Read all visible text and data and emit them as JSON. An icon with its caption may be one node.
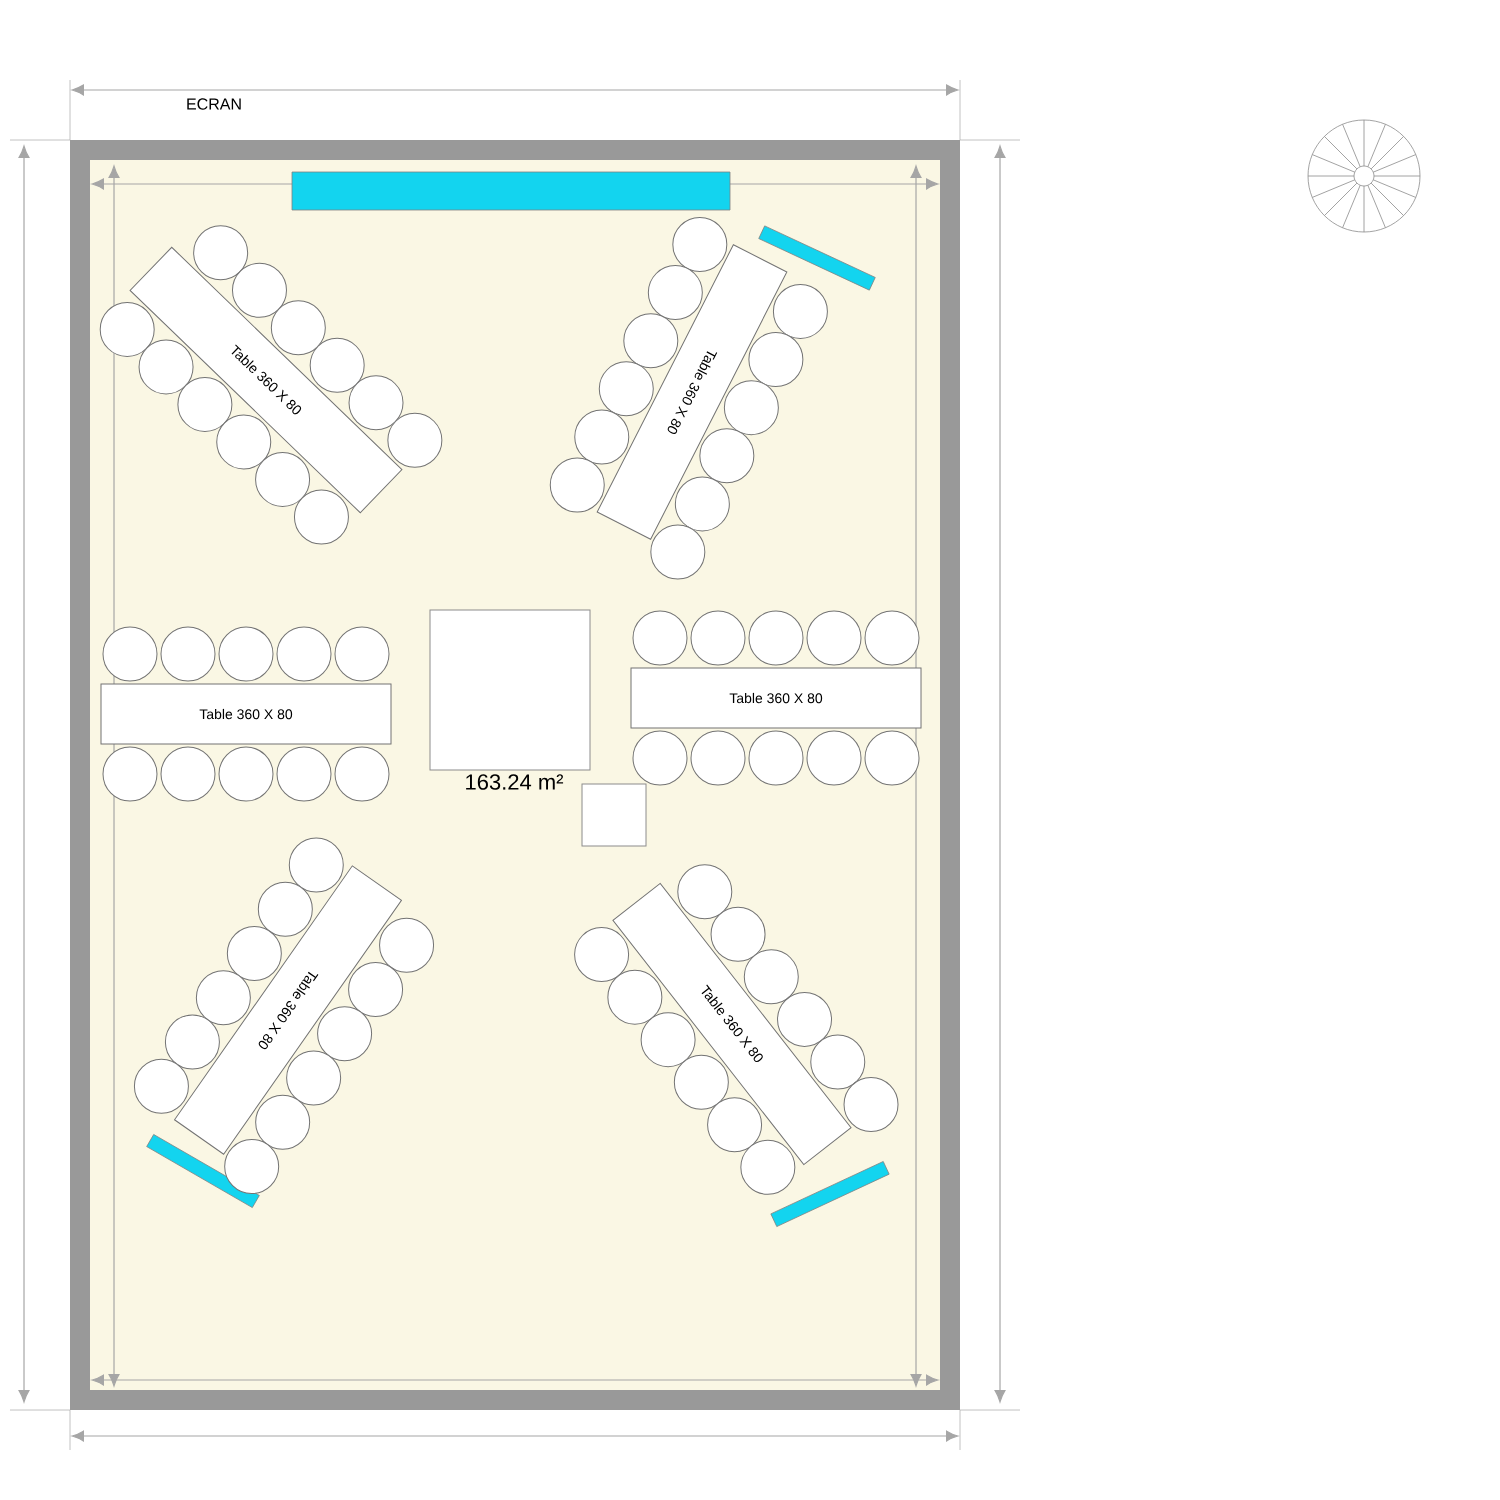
{
  "diagram": {
    "nodes": [
      {
        "text": [
          "Table 360 X 80"
        ]
      },
      {
        "text": [
          "Table 360 X 80"
        ]
      },
      {
        "text": [
          "Table 360 X 80"
        ]
      },
      {
        "text": [
          "Table 360 X 80"
        ]
      },
      {
        "text": [
          "Table 360 X 80"
        ]
      },
      {
        "text": [
          "Table 360 X 80"
        ]
      },
      {
        "text": [],
        "shape": "bar"
      },
      {
        "text": [],
        "shape": "bar"
      },
      {
        "text": [],
        "shape": "box"
      },
      {
        "text": [],
        "shape": "box"
      },
      {
        "text": [],
        "shape": "bar"
      },
      {
        "text": [],
        "shape": "bar"
      }
    ],
    "labels": [
      "ECRAN",
      "163.24 m²"
    ]
  }
}
